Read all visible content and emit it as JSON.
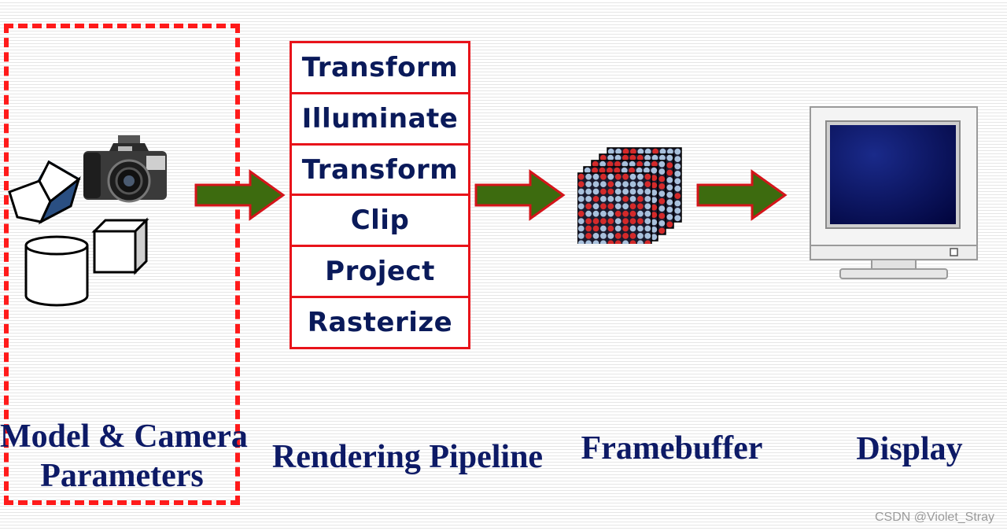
{
  "pipeline": {
    "stages": [
      "Transform",
      "Illuminate",
      "Transform",
      "Clip",
      "Project",
      "Rasterize"
    ]
  },
  "captions": {
    "model_line1": "Model & Camera",
    "model_line2": "Parameters",
    "pipeline": "Rendering Pipeline",
    "framebuffer": "Framebuffer",
    "display": "Display"
  },
  "watermark": "CSDN @Violet_Stray",
  "colors": {
    "frame_red": "#e8131a",
    "arrow_green": "#3d6b0f",
    "caption_navy": "#0d1a66"
  },
  "icons": [
    "pentagon-prism-icon",
    "camera-icon",
    "cylinder-icon",
    "cube-icon",
    "framebuffer-grid-icon",
    "crt-monitor-icon"
  ]
}
